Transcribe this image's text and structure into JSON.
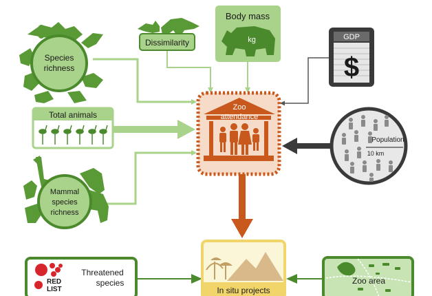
{
  "nodes": {
    "species_richness": {
      "label_line1": "Species",
      "label_line2": "richness"
    },
    "dissimilarity": {
      "label": "Dissimilarity"
    },
    "body_mass": {
      "label": "Body mass",
      "unit": "kg"
    },
    "gdp": {
      "label": "GDP",
      "symbol": "$"
    },
    "total_animals": {
      "label": "Total animals"
    },
    "zoo_attendance": {
      "label_line1": "Zoo",
      "label_line2": "attendance"
    },
    "population": {
      "label": "Population",
      "scale": "10 km"
    },
    "mammal_species_richness": {
      "label_line1": "Mammal",
      "label_line2": "species",
      "label_line3": "richness"
    },
    "threatened_species": {
      "label_line1": "Threatened",
      "label_line2": "species",
      "logo_line1": "RED",
      "logo_line2": "LIST"
    },
    "in_situ_projects": {
      "label": "In situ projects"
    },
    "zoo_area": {
      "label": "Zoo area"
    }
  },
  "colors": {
    "green_dark": "#4a8a2c",
    "green_light": "#a9d28a",
    "green_fill": "#8fc46b",
    "orange": "#c8581c",
    "orange_light": "#f6dcc8",
    "yellow": "#f2d56a",
    "dark_gray": "#3a3a3a",
    "red_list": "#d7262b"
  }
}
